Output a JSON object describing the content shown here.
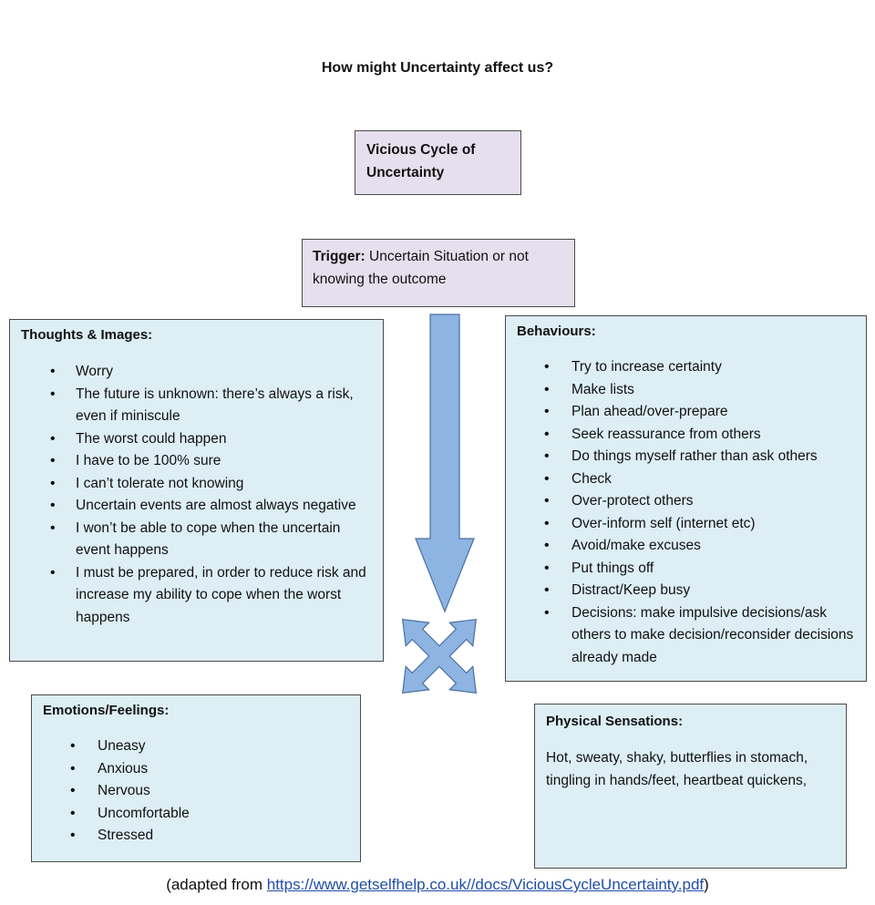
{
  "title": "How might Uncertainty affect us?",
  "cycle_box": {
    "line1": "Vicious Cycle of",
    "line2": "Uncertainty"
  },
  "trigger": {
    "label": "Trigger:",
    "text": " Uncertain Situation or not knowing the outcome"
  },
  "thoughts": {
    "heading": "Thoughts & Images:",
    "items": [
      "Worry",
      "The future is unknown: there’s always a risk, even if miniscule",
      "The worst could happen",
      "I have to be 100% sure",
      "I can’t tolerate not knowing",
      "Uncertain events are almost always negative",
      "I won’t be able to cope when the uncertain event happens",
      "I must be prepared, in order to reduce risk and increase my ability to cope when the worst happens"
    ]
  },
  "behaviours": {
    "heading": "Behaviours:",
    "items": [
      "Try to increase certainty",
      "Make lists",
      "Plan ahead/over-prepare",
      "Seek reassurance from others",
      "Do things myself rather than ask others",
      "Check",
      "Over-protect others",
      "Over-inform self (internet etc)",
      "Avoid/make excuses",
      "Put things off",
      "Distract/Keep busy",
      "Decisions: make impulsive decisions/ask others to make decision/reconsider decisions already made"
    ]
  },
  "emotions": {
    "heading": "Emotions/Feelings:",
    "items": [
      "Uneasy",
      "Anxious",
      "Nervous",
      "Uncomfortable",
      "Stressed"
    ]
  },
  "physical": {
    "heading": "Physical Sensations:",
    "text": "Hot, sweaty, shaky, butterflies in stomach, tingling in hands/feet, heartbeat quickens,"
  },
  "footer": {
    "prefix": "(adapted from ",
    "link_text": "https://www.getselfhelp.co.uk//docs/ViciousCycleUncertainty.pdf",
    "suffix": ")"
  },
  "colors": {
    "lilac_box": "#e6dfee",
    "blue_box": "#ddeef5",
    "arrow_fill": "#8eb4e3",
    "arrow_stroke": "#4a6fa0",
    "link": "#1f4ea8"
  },
  "icons": [
    "down-arrow-icon",
    "four-way-arrow-icon"
  ]
}
